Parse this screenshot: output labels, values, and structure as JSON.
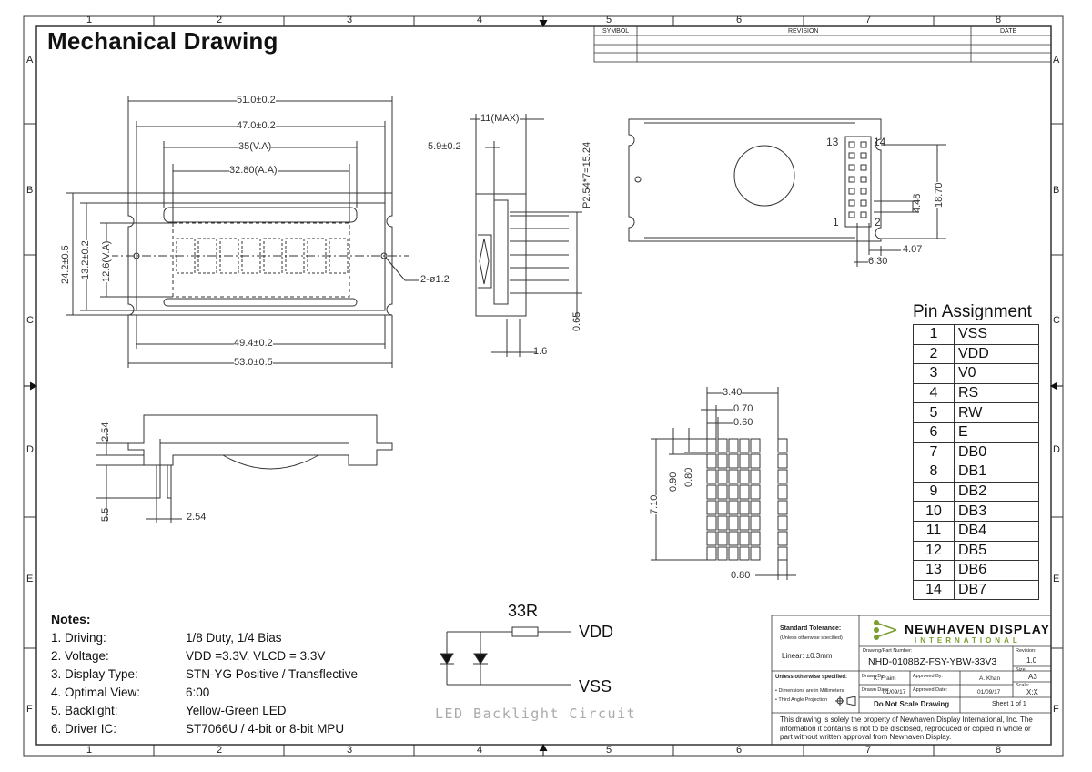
{
  "drawing": {
    "title": "Mechanical Drawing",
    "zones": {
      "columns": [
        "1",
        "2",
        "3",
        "4",
        "5",
        "6",
        "7",
        "8"
      ],
      "rows": [
        "A",
        "B",
        "C",
        "D",
        "E",
        "F"
      ]
    },
    "revision_table": {
      "symbol": "SYMBOL",
      "revision": "REVISION",
      "date": "DATE"
    },
    "dimensions": {
      "front": [
        "51.0±0.2",
        "47.0±0.2",
        "35(V.A)",
        "32.80(A.A)",
        "24.2±0.5",
        "13.2±0.2",
        "12.6(V.A)",
        "2-ø1.2",
        "49.4±0.2",
        "53.0±0.5"
      ],
      "side": [
        "11(MAX)",
        "5.9±0.2",
        "P2.54*7=15.24",
        "0.65",
        "1.6"
      ],
      "back": [
        "13",
        "14",
        "1",
        "2",
        "4.48",
        "18.70",
        "4.07",
        "6.30"
      ],
      "bottom": [
        "2.54",
        "5.5",
        "2.54"
      ],
      "pixel": [
        "3.40",
        "0.70",
        "0.60",
        "0.90",
        "0.80",
        "7.10",
        "0.80"
      ]
    },
    "pin_assignment": {
      "title": "Pin Assignment",
      "pins": [
        {
          "num": "1",
          "name": "VSS"
        },
        {
          "num": "2",
          "name": "VDD"
        },
        {
          "num": "3",
          "name": "V0"
        },
        {
          "num": "4",
          "name": "RS"
        },
        {
          "num": "5",
          "name": "RW"
        },
        {
          "num": "6",
          "name": "E"
        },
        {
          "num": "7",
          "name": "DB0"
        },
        {
          "num": "8",
          "name": "DB1"
        },
        {
          "num": "9",
          "name": "DB2"
        },
        {
          "num": "10",
          "name": "DB3"
        },
        {
          "num": "11",
          "name": "DB4"
        },
        {
          "num": "12",
          "name": "DB5"
        },
        {
          "num": "13",
          "name": "DB6"
        },
        {
          "num": "14",
          "name": "DB7"
        }
      ]
    },
    "notes": {
      "title": "Notes:",
      "items": [
        {
          "label": "1.  Driving:",
          "value": "1/8 Duty, 1/4 Bias"
        },
        {
          "label": "2.  Voltage:",
          "value": "VDD =3.3V, VLCD = 3.3V"
        },
        {
          "label": "3.  Display Type:",
          "value": "STN-YG Positive / Transflective"
        },
        {
          "label": "4.  Optimal View:",
          "value": "6:00"
        },
        {
          "label": "5.  Backlight:",
          "value": "Yellow-Green LED"
        },
        {
          "label": "6.  Driver IC:",
          "value": "ST7066U / 4-bit or 8-bit MPU"
        }
      ]
    },
    "circuit": {
      "resistor": "33R",
      "vdd": "VDD",
      "vss": "VSS",
      "caption": "LED Backlight Circuit"
    },
    "title_block": {
      "tolerance_title": "Standard Tolerance:",
      "tolerance_sub": "(Unless otherwise specified)",
      "linear": "Linear:   ±0.3mm",
      "unless": "Unless otherwise specified:",
      "dim_note": "• Dimensions are in Millimeters",
      "angle_note": "• Third Angle Projection",
      "brand": "NEWHAVEN DISPLAY",
      "brand_sub": "INTERNATIONAL",
      "part_label": "Drawing/Part Number:",
      "part_number": "NHD-0108BZ-FSY-YBW-33V3",
      "revision_label": "Revision:",
      "revision": "1.0",
      "size_label": "Size:",
      "size": "A3",
      "drawn_by_label": "Drawn By:",
      "drawn_by": "K. Fraim",
      "approved_by_label": "Approved By:",
      "approved_by": "A. Khan",
      "drawn_date_label": "Drawn Date:",
      "drawn_date": "01/09/17",
      "approved_date_label": "Approved Date:",
      "approved_date": "01/09/17",
      "scale_label": "Scale:",
      "scale": "X:X",
      "do_not_scale": "Do Not Scale Drawing",
      "sheet": "Sheet 1 of 1",
      "disclaimer": "This drawing is solely the property of Newhaven Display International, Inc. The information it contains is not to be disclosed, reproduced or copied in whole or part without written approval from Newhaven Display."
    },
    "colors": {
      "line": "#333333",
      "brand_green": "#7a9f2f",
      "circuit_label": "#aaaaaa"
    }
  }
}
